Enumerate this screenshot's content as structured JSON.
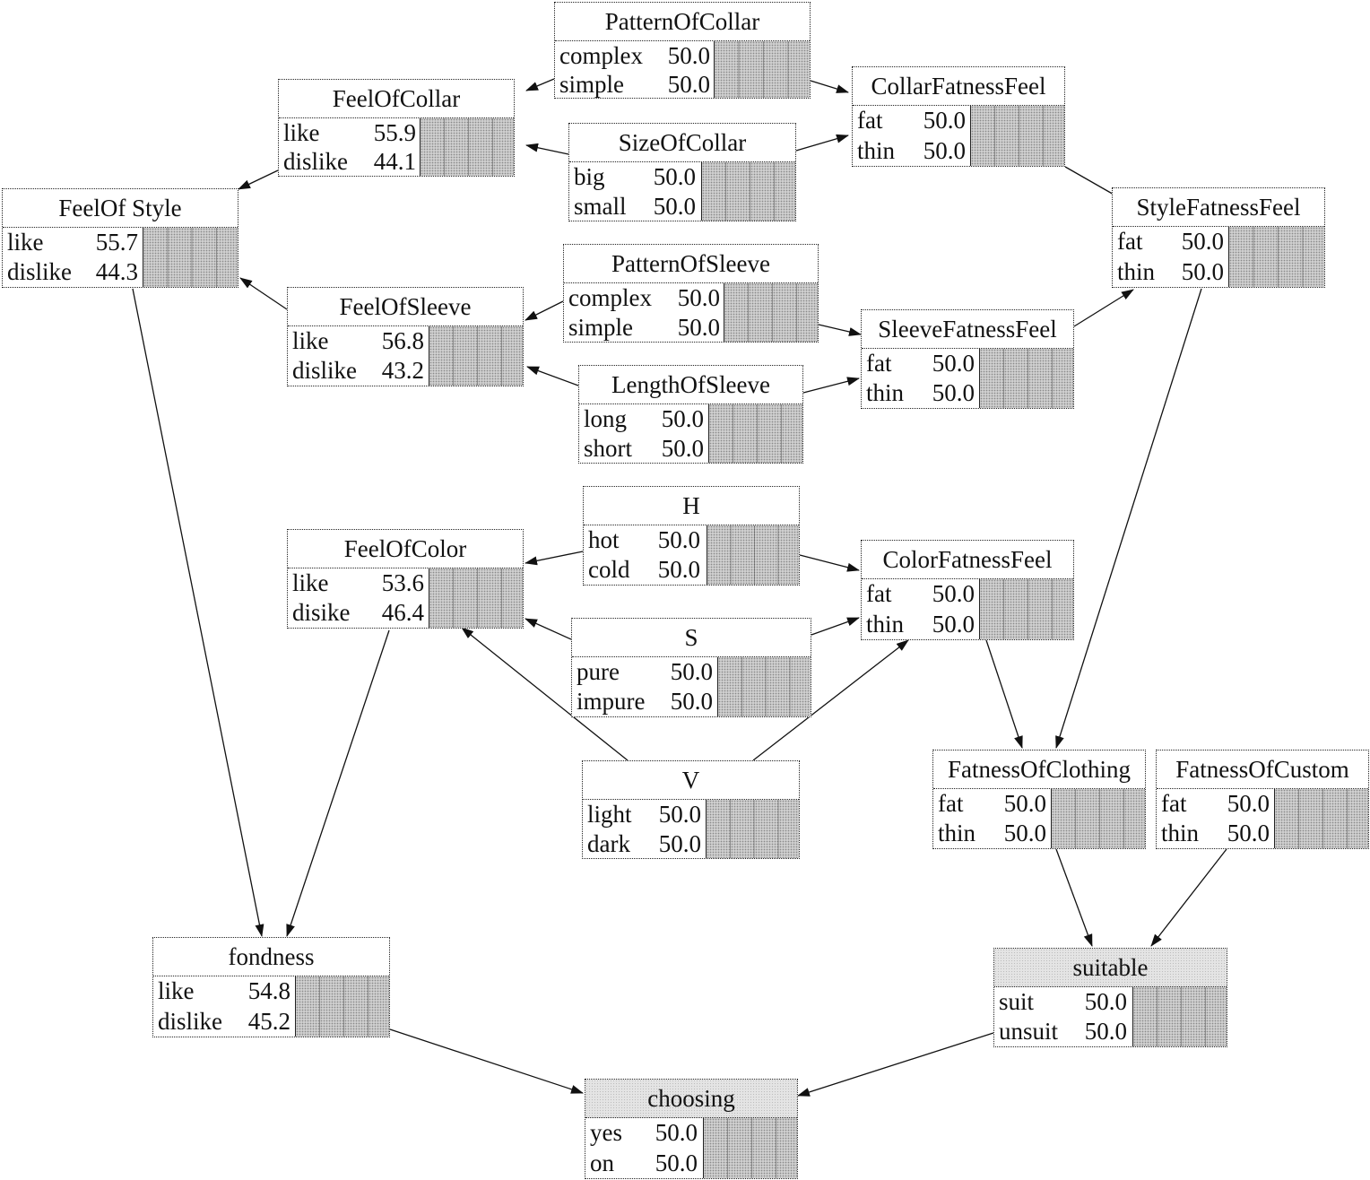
{
  "nodes": {
    "pattern_of_collar": {
      "title": "PatternOfCollar",
      "states": [
        {
          "label": "complex",
          "value": "50.0"
        },
        {
          "label": "simple",
          "value": "50.0"
        }
      ]
    },
    "feel_of_collar": {
      "title": "FeelOfCollar",
      "states": [
        {
          "label": "like",
          "value": "55.9"
        },
        {
          "label": "dislike",
          "value": "44.1"
        }
      ]
    },
    "collar_fatness_feel": {
      "title": "CollarFatnessFeel",
      "states": [
        {
          "label": "fat",
          "value": "50.0"
        },
        {
          "label": "thin",
          "value": "50.0"
        }
      ]
    },
    "size_of_collar": {
      "title": "SizeOfCollar",
      "states": [
        {
          "label": "big",
          "value": "50.0"
        },
        {
          "label": "small",
          "value": "50.0"
        }
      ]
    },
    "feel_of_style": {
      "title": "FeelOf Style",
      "states": [
        {
          "label": "like",
          "value": "55.7"
        },
        {
          "label": "dislike",
          "value": "44.3"
        }
      ]
    },
    "style_fatness_feel": {
      "title": "StyleFatnessFeel",
      "states": [
        {
          "label": "fat",
          "value": "50.0"
        },
        {
          "label": "thin",
          "value": "50.0"
        }
      ]
    },
    "pattern_of_sleeve": {
      "title": "PatternOfSleeve",
      "states": [
        {
          "label": "complex",
          "value": "50.0"
        },
        {
          "label": "simple",
          "value": "50.0"
        }
      ]
    },
    "feel_of_sleeve": {
      "title": "FeelOfSleeve",
      "states": [
        {
          "label": "like",
          "value": "56.8"
        },
        {
          "label": "dislike",
          "value": "43.2"
        }
      ]
    },
    "sleeve_fatness_feel": {
      "title": "SleeveFatnessFeel",
      "states": [
        {
          "label": "fat",
          "value": "50.0"
        },
        {
          "label": "thin",
          "value": "50.0"
        }
      ]
    },
    "length_of_sleeve": {
      "title": "LengthOfSleeve",
      "states": [
        {
          "label": "long",
          "value": "50.0"
        },
        {
          "label": "short",
          "value": "50.0"
        }
      ]
    },
    "h": {
      "title": "H",
      "states": [
        {
          "label": "hot",
          "value": "50.0"
        },
        {
          "label": "cold",
          "value": "50.0"
        }
      ]
    },
    "feel_of_color": {
      "title": "FeelOfColor",
      "states": [
        {
          "label": "like",
          "value": "53.6"
        },
        {
          "label": "disike",
          "value": "46.4"
        }
      ]
    },
    "color_fatness_feel": {
      "title": "ColorFatnessFeel",
      "states": [
        {
          "label": "fat",
          "value": "50.0"
        },
        {
          "label": "thin",
          "value": "50.0"
        }
      ]
    },
    "s": {
      "title": "S",
      "states": [
        {
          "label": "pure",
          "value": "50.0"
        },
        {
          "label": "impure",
          "value": "50.0"
        }
      ]
    },
    "v": {
      "title": "V",
      "states": [
        {
          "label": "light",
          "value": "50.0"
        },
        {
          "label": "dark",
          "value": "50.0"
        }
      ]
    },
    "fatness_of_clothing": {
      "title": "FatnessOfClothing",
      "states": [
        {
          "label": "fat",
          "value": "50.0"
        },
        {
          "label": "thin",
          "value": "50.0"
        }
      ]
    },
    "fatness_of_custom": {
      "title": "FatnessOfCustom",
      "states": [
        {
          "label": "fat",
          "value": "50.0"
        },
        {
          "label": "thin",
          "value": "50.0"
        }
      ]
    },
    "fondness": {
      "title": "fondness",
      "states": [
        {
          "label": "like",
          "value": "54.8"
        },
        {
          "label": "dislike",
          "value": "45.2"
        }
      ]
    },
    "suitable": {
      "title": "suitable",
      "states": [
        {
          "label": "suit",
          "value": "50.0"
        },
        {
          "label": "unsuit",
          "value": "50.0"
        }
      ]
    },
    "choosing": {
      "title": "choosing",
      "states": [
        {
          "label": "yes",
          "value": "50.0"
        },
        {
          "label": "on",
          "value": "50.0"
        }
      ]
    }
  },
  "edges": [
    [
      "pattern_of_collar",
      "feel_of_collar"
    ],
    [
      "pattern_of_collar",
      "collar_fatness_feel"
    ],
    [
      "size_of_collar",
      "feel_of_collar"
    ],
    [
      "size_of_collar",
      "collar_fatness_feel"
    ],
    [
      "feel_of_collar",
      "feel_of_style"
    ],
    [
      "collar_fatness_feel",
      "style_fatness_feel"
    ],
    [
      "feel_of_sleeve",
      "feel_of_style"
    ],
    [
      "pattern_of_sleeve",
      "feel_of_sleeve"
    ],
    [
      "pattern_of_sleeve",
      "sleeve_fatness_feel"
    ],
    [
      "length_of_sleeve",
      "feel_of_sleeve"
    ],
    [
      "length_of_sleeve",
      "sleeve_fatness_feel"
    ],
    [
      "sleeve_fatness_feel",
      "style_fatness_feel"
    ],
    [
      "h",
      "feel_of_color"
    ],
    [
      "h",
      "color_fatness_feel"
    ],
    [
      "s",
      "feel_of_color"
    ],
    [
      "s",
      "color_fatness_feel"
    ],
    [
      "v",
      "feel_of_color"
    ],
    [
      "v",
      "color_fatness_feel"
    ],
    [
      "feel_of_style",
      "fondness"
    ],
    [
      "feel_of_color",
      "fondness"
    ],
    [
      "style_fatness_feel",
      "fatness_of_clothing"
    ],
    [
      "color_fatness_feel",
      "fatness_of_clothing"
    ],
    [
      "fatness_of_clothing",
      "suitable"
    ],
    [
      "fatness_of_custom",
      "suitable"
    ],
    [
      "fondness",
      "choosing"
    ],
    [
      "suitable",
      "choosing"
    ]
  ]
}
